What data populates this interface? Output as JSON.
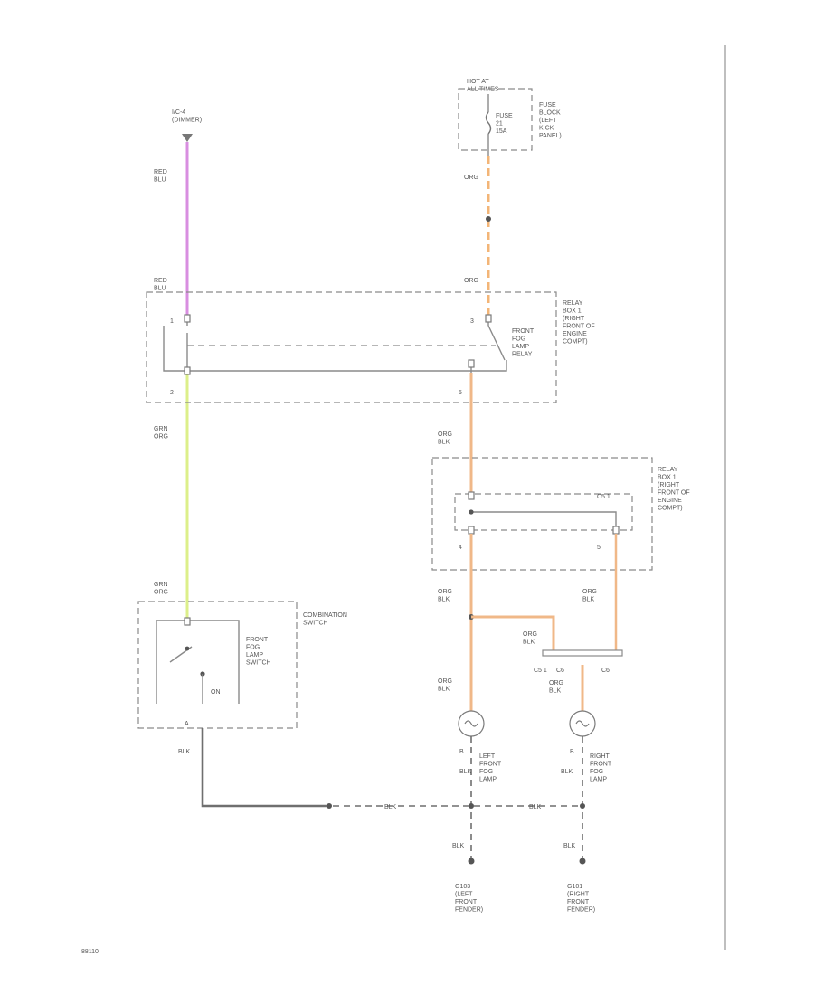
{
  "colors": {
    "red_blu": "#d88ee0",
    "grn_org": "#dcef8a",
    "org": "#f3b577",
    "org_blk": "#f0b888",
    "blk": "#6f6f6f",
    "frame": "#8a8a8a"
  },
  "labels": {
    "left_power": "I/C-4\n(DIMMER)",
    "hot_at": "HOT AT\nALL TIMES",
    "fuse_block": "FUSE\nBLOCK\n(LEFT\nKICK\nPANEL)",
    "fuse_name": "FUSE\n21\n15A",
    "relay1": "RELAY\nBOX 1\n(RIGHT\nFRONT OF\nENGINE\nCOMPT)",
    "relay1_name": "FRONT\nFOG\nLAMP\nRELAY",
    "relay2": "RELAY\nBOX 1\n(RIGHT\nFRONT OF\nENGINE\nCOMPT)",
    "combo_switch": "COMBINATION\nSWITCH",
    "fog_switch": "FRONT\nFOG\nLAMP\nSWITCH",
    "on": "ON",
    "left_lamp": "LEFT\nFRONT\nFOG\nLAMP",
    "right_lamp": "RIGHT\nFRONT\nFOG\nLAMP",
    "left_ground": "G103\n(LEFT\nFRONT\nFENDER)",
    "right_ground": "G101\n(RIGHT\nFRONT\nFENDER)",
    "diagram_id": "88110"
  },
  "wires": {
    "red_blu": "RED\nBLU",
    "grn_org": "GRN\nORG",
    "org": "ORG",
    "org_blk": "ORG\nBLK",
    "blk": "BLK"
  },
  "pins": {
    "r1_1": "1",
    "r1_2": "2",
    "r1_3": "3",
    "r1_5": "5",
    "r2_4": "4",
    "r2_5": "5",
    "r2_top": "C5 1",
    "sw_a": "A",
    "lamp_left": "B",
    "lamp_right": "B",
    "splice_left": "C5 1",
    "splice_mid": "C6",
    "splice_right": "C6"
  }
}
